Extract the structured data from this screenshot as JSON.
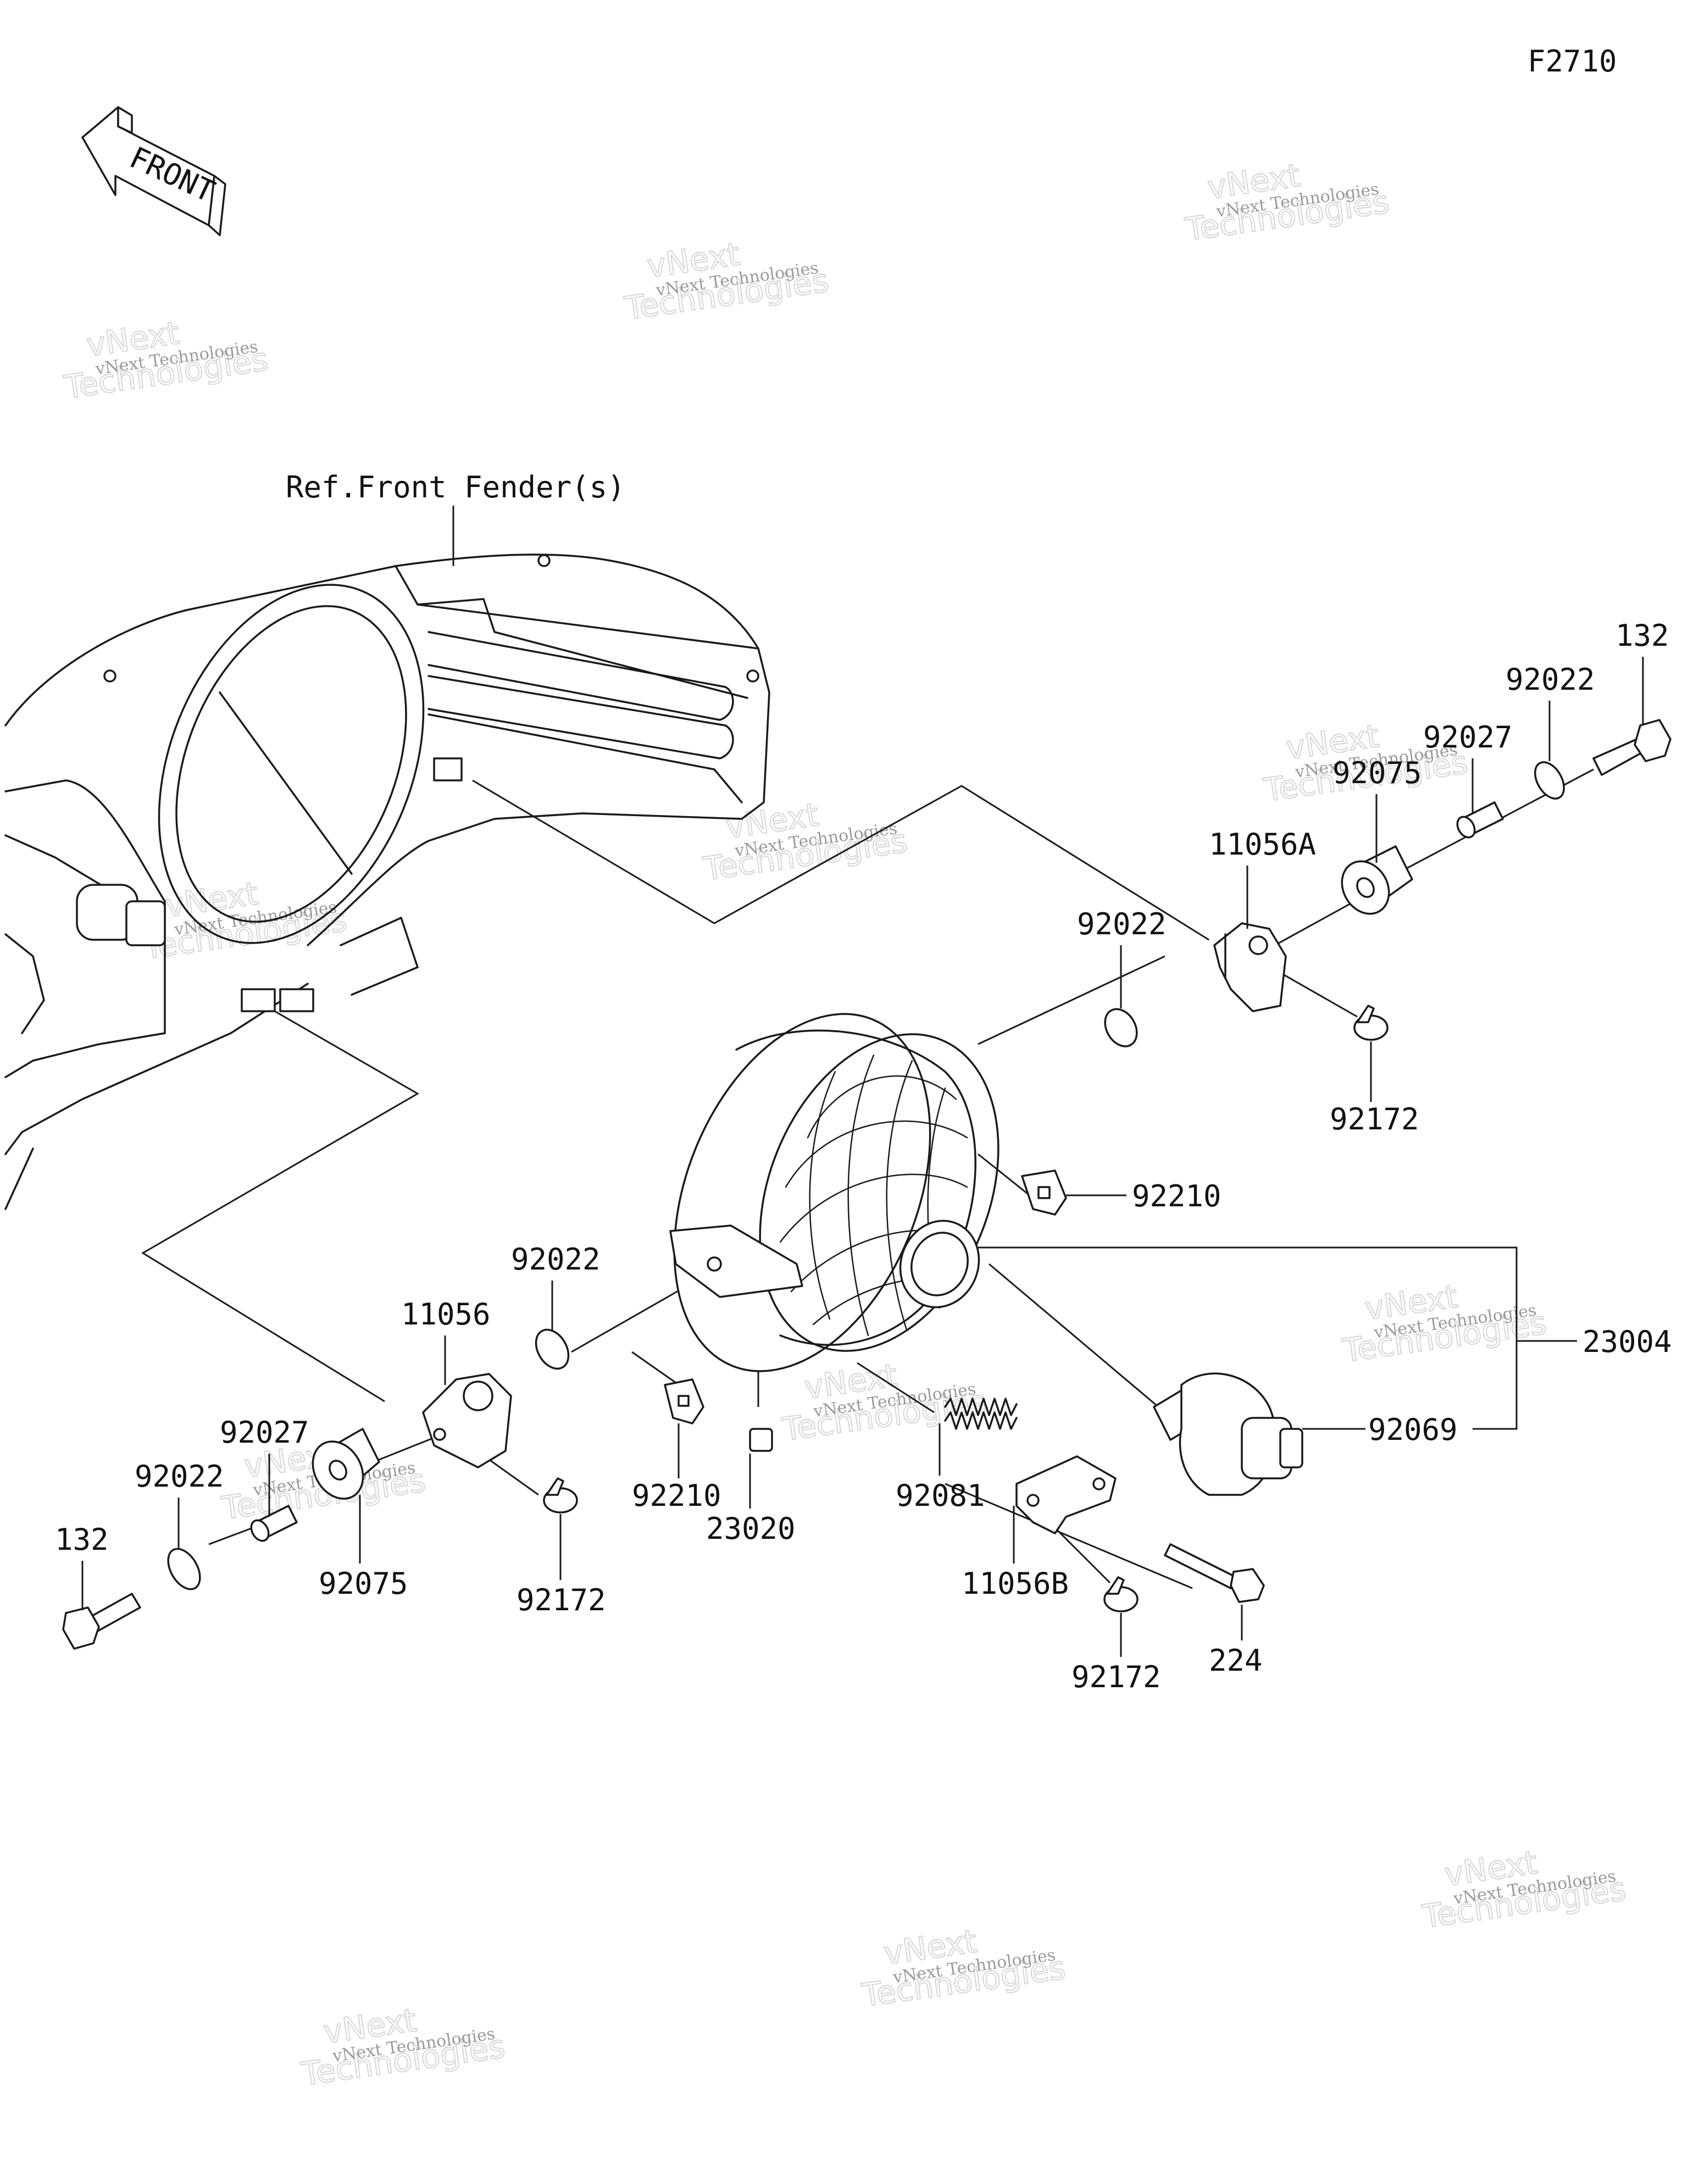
{
  "diagram": {
    "code": "F2710",
    "front_label": "FRONT",
    "ref_label": "Ref.Front Fender(s)",
    "watermark": {
      "small": "vNext Technologies",
      "big_line1": "vNext",
      "big_line2": "Technologies"
    },
    "parts": {
      "p132_right": "132",
      "p92022_right_top": "92022",
      "p92027_right": "92027",
      "p92075_right": "92075",
      "p11056A": "11056A",
      "p92022_right_mid": "92022",
      "p92172_right": "92172",
      "p92210_right": "92210",
      "p23004": "23004",
      "p92069": "92069",
      "p92022_left": "92022",
      "p11056": "11056",
      "p92027_left": "92027",
      "p92022_left_low": "92022",
      "p132_left": "132",
      "p92075_left": "92075",
      "p92172_left": "92172",
      "p92210_left": "92210",
      "p23020": "23020",
      "p92081": "92081",
      "p11056B": "11056B",
      "p92172_bottom": "92172",
      "p224": "224"
    }
  }
}
